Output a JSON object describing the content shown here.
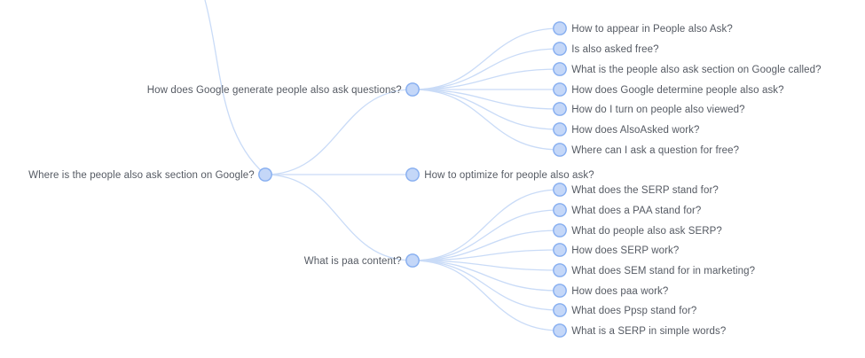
{
  "tree": {
    "root": {
      "label": "Where is the people also ask section on Google?",
      "children": [
        {
          "label": "How does Google generate people also ask questions?",
          "children": [
            "How to appear in People also Ask?",
            "Is also asked free?",
            "What is the people also ask section on Google called?",
            "How does Google determine people also ask?",
            "How do I turn on people also viewed?",
            "How does AlsoAsked work?",
            "Where can I ask a question for free?"
          ]
        },
        {
          "label": "How to optimize for people also ask?",
          "children": []
        },
        {
          "label": "What is paa content?",
          "children": [
            "What does the SERP stand for?",
            "What does a PAA stand for?",
            "What do people also ask SERP?",
            "How does SERP work?",
            "What does SEM stand for in marketing?",
            "How does paa work?",
            "What does Ppsp stand for?",
            "What is a SERP in simple words?"
          ]
        }
      ]
    }
  }
}
